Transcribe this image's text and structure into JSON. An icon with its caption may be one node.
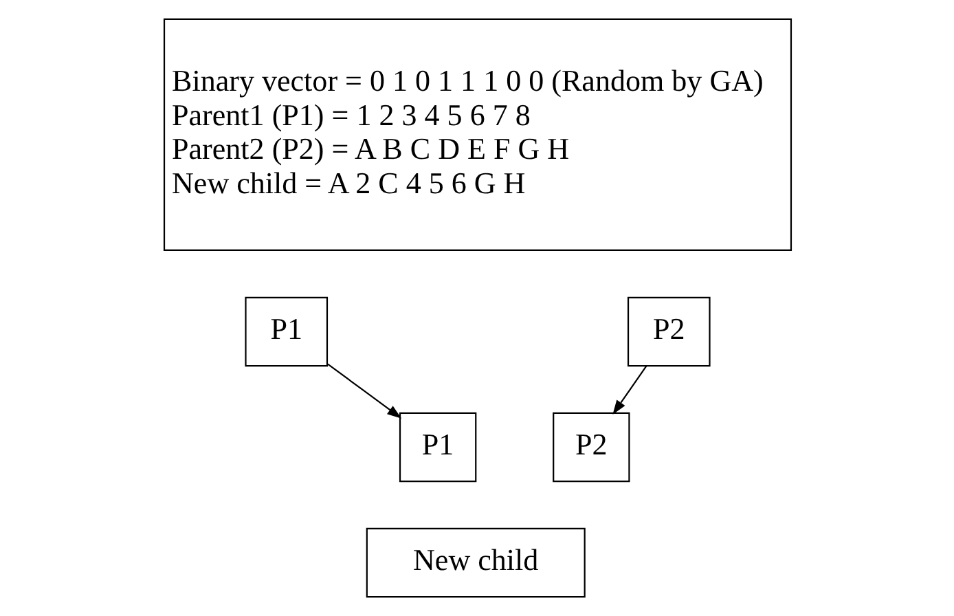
{
  "diagram": {
    "nodes": [
      {
        "text": [
          "Binary vector = 0 1 0 1 1 1 0 0 (Random by GA)",
          "Parent1 (P1) = 1 2 3 4 5 6 7 8",
          "Parent2 (P2) = A B C D E F G H",
          "New child = A 2 C 4 5 6 G H"
        ]
      },
      {
        "text": [
          "P1"
        ]
      },
      {
        "text": [
          "P2"
        ]
      },
      {
        "text": [
          "P1"
        ]
      },
      {
        "text": [
          "P2"
        ]
      },
      {
        "text": [
          "New child"
        ]
      }
    ],
    "edges": [
      {
        "from": 1,
        "to": 3,
        "arrow": "to"
      },
      {
        "from": 2,
        "to": 4,
        "arrow": "to"
      }
    ]
  }
}
